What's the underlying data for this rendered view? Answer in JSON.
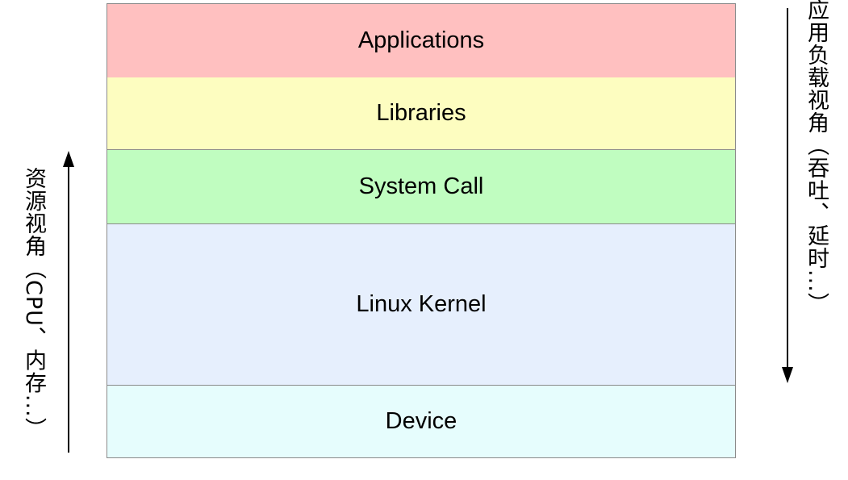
{
  "layers": [
    {
      "label": "Applications",
      "color": "#ffc0c0"
    },
    {
      "label": "Libraries",
      "color": "#fdfdc0"
    },
    {
      "label": "System Call",
      "color": "#c0fdc0"
    },
    {
      "label": "Linux Kernel",
      "color": "#e6effd"
    },
    {
      "label": "Device",
      "color": "#e6fdfd"
    }
  ],
  "left_axis": {
    "label": "资源视角（CPU、内存...）",
    "direction": "up"
  },
  "right_axis": {
    "label": "应用负载视角（吞吐、延时...）",
    "direction": "down"
  },
  "border_color": "#8a8a8a"
}
